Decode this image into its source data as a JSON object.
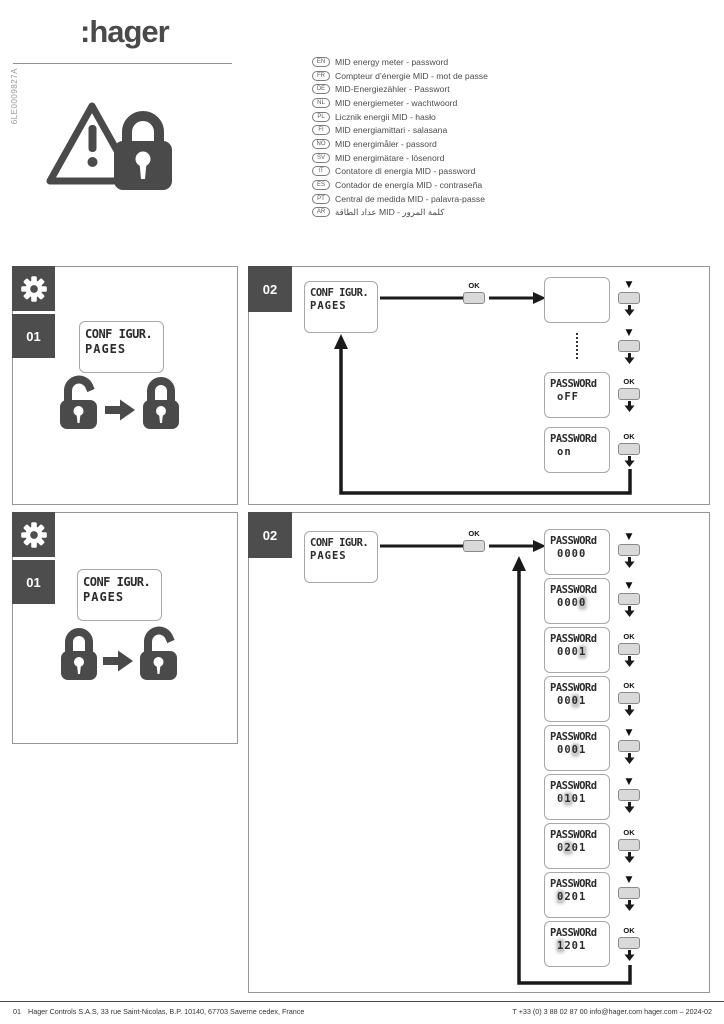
{
  "ui": {
    "ok_label": "OK",
    "step1": "01",
    "step2": "02"
  },
  "doc": {
    "logo": ":hager",
    "ref_code": "6LE0009827A",
    "languages": [
      {
        "code": "EN",
        "text": "MID energy meter - password"
      },
      {
        "code": "FR",
        "text": "Compteur d’énergie MID - mot de passe"
      },
      {
        "code": "DE",
        "text": "MID-Energiezähler - Passwort"
      },
      {
        "code": "NL",
        "text": "MID energiemeter - wachtwoord"
      },
      {
        "code": "PL",
        "text": "Licznik energii MID - hasło"
      },
      {
        "code": "FI",
        "text": "MID energiamittari - salasana"
      },
      {
        "code": "NO",
        "text": "MID energimåler - passord"
      },
      {
        "code": "SV",
        "text": "MID energimätare - lösenord"
      },
      {
        "code": "IT",
        "text": "Contatore di energia MID - password"
      },
      {
        "code": "ES",
        "text": "Contador de energía MID - contraseña"
      },
      {
        "code": "PT",
        "text": "Central de medida MID - palavra-passe"
      },
      {
        "code": "AR",
        "text": "عداد الطاقة MID - كلمة المرور"
      }
    ],
    "footer": {
      "left_ref": "01",
      "address": "Hager Controls S.A.S, 33 rue Saint-Nicolas, B.P. 10140, 67703 Saverne cedex, France",
      "contact": "T +33 (0) 3 88 02 87 00 info@hager.com hager.com – 2024-02"
    }
  },
  "lcd_config": {
    "line1": "CONF IGUR.",
    "line2": "PAGES"
  },
  "panel_lock": {
    "step": "01",
    "transition": "unlocked-to-locked"
  },
  "panel_lock_flow": {
    "step": "02",
    "screens": [
      {
        "line1": "",
        "line2": "",
        "button": "down"
      },
      {
        "line1": "PASSWORd",
        "line2": "oFF",
        "button": "ok"
      },
      {
        "line1": "PASSWORd",
        "line2": "on",
        "button": "ok"
      }
    ]
  },
  "panel_unlock": {
    "step": "01",
    "transition": "locked-to-unlocked"
  },
  "panel_unlock_flow": {
    "step": "02",
    "screens": [
      {
        "line1": "PASSWORd",
        "line2": "0000",
        "button": "down",
        "blink_digit": null
      },
      {
        "line1": "PASSWORd",
        "line2": "0000",
        "button": "down",
        "blink_digit": 3
      },
      {
        "line1": "PASSWORd",
        "line2": "0001",
        "button": "ok",
        "blink_digit": 3
      },
      {
        "line1": "PASSWORd",
        "line2": "0001",
        "button": "ok",
        "blink_digit": 2
      },
      {
        "line1": "PASSWORd",
        "line2": "0001",
        "button": "down",
        "blink_digit": 2
      },
      {
        "line1": "PASSWORd",
        "line2": "0101",
        "button": "down",
        "blink_digit": 1
      },
      {
        "line1": "PASSWORd",
        "line2": "0201",
        "button": "ok",
        "blink_digit": 1
      },
      {
        "line1": "PASSWORd",
        "line2": "0201",
        "button": "down",
        "blink_digit": 0
      },
      {
        "line1": "PASSWORd",
        "line2": "1201",
        "button": "ok",
        "blink_digit": 0
      }
    ]
  }
}
